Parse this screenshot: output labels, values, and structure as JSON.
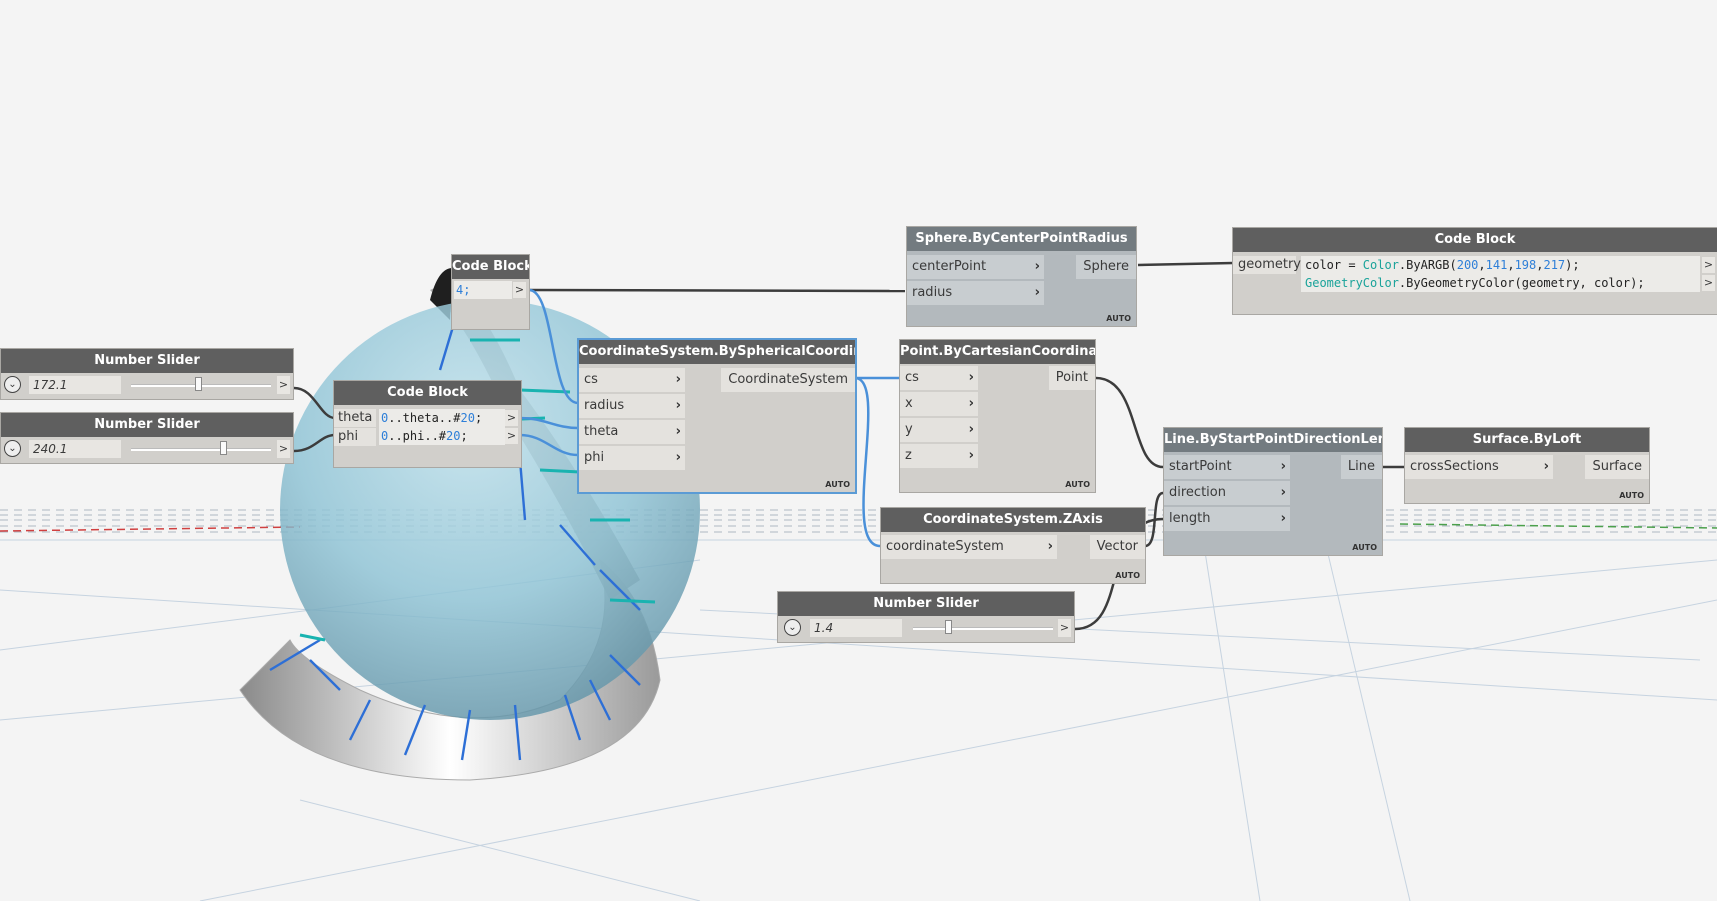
{
  "nodes": {
    "slider1": {
      "title": "Number Slider",
      "value": "172.1",
      "out": ">"
    },
    "slider2": {
      "title": "Number Slider",
      "value": "240.1",
      "out": ">"
    },
    "slider3": {
      "title": "Number Slider",
      "value": "1.4",
      "out": ">"
    },
    "codeblock_small": {
      "title": "Code Block",
      "line": "4;",
      "out": ">"
    },
    "codeblock_range": {
      "title": "Code Block",
      "inputs": [
        "theta",
        "phi"
      ],
      "lines": [
        {
          "p1": "0",
          "p2": "..theta..#",
          "p3": "20",
          "p4": ";"
        },
        {
          "p1": "0",
          "p2": "..phi..#",
          "p3": "20",
          "p4": ";"
        }
      ],
      "out": ">"
    },
    "cs_spherical": {
      "title": "CoordinateSystem.BySphericalCoordinates",
      "inputs": [
        "cs",
        "radius",
        "theta",
        "phi"
      ],
      "output": "CoordinateSystem",
      "auto": "AUTO"
    },
    "sphere": {
      "title": "Sphere.ByCenterPointRadius",
      "inputs": [
        "centerPoint",
        "radius"
      ],
      "output": "Sphere",
      "auto": "AUTO"
    },
    "codeblock_color": {
      "title": "Code Block",
      "input": "geometry",
      "line1": {
        "a": "color = ",
        "b": "Color",
        "c": ".ByARGB(",
        "d": "200",
        "e": ",",
        "f": "141",
        "g": ",",
        "h": "198",
        "i": ",",
        "j": "217",
        "k": ");"
      },
      "line2": {
        "a": "GeometryColor",
        "b": ".ByGeometryColor(geometry, color);"
      },
      "out": ">"
    },
    "point": {
      "title": "Point.ByCartesianCoordinates",
      "inputs": [
        "cs",
        "x",
        "y",
        "z"
      ],
      "output": "Point",
      "auto": "AUTO"
    },
    "zaxis": {
      "title": "CoordinateSystem.ZAxis",
      "inputs": [
        "coordinateSystem"
      ],
      "output": "Vector",
      "auto": "AUTO"
    },
    "line": {
      "title": "Line.ByStartPointDirectionLength",
      "inputs": [
        "startPoint",
        "direction",
        "length"
      ],
      "output": "Line",
      "auto": "AUTO"
    },
    "loft": {
      "title": "Surface.ByLoft",
      "inputs": [
        "crossSections"
      ],
      "output": "Surface",
      "auto": "AUTO"
    }
  },
  "colors": {
    "wire_dark": "#3c3c3c",
    "wire_selected": "#4a90d9",
    "sphere": "#8fc4d6",
    "background": "#f4f4f4"
  }
}
